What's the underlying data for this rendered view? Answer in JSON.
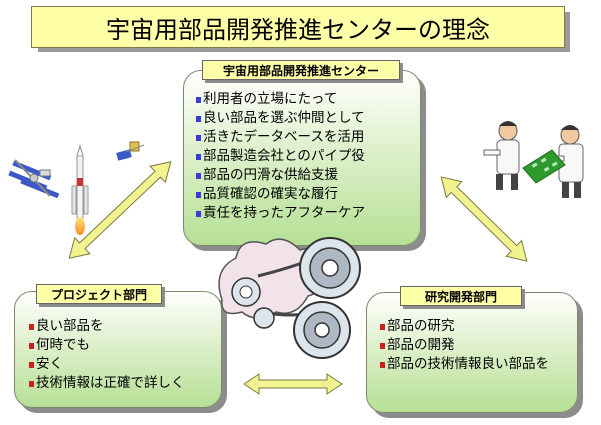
{
  "title": "宇宙用部品開発推進センターの理念",
  "center": {
    "label": "宇宙用部品開発推進センター",
    "items": [
      "利用者の立場にたって",
      "良い部品を選ぶ仲間として",
      "活きたデータベースを活用",
      "部品製造会社とのパイプ役",
      "部品の円滑な供給支援",
      "品質確認の確実な履行",
      "責任を持ったアフターケア"
    ]
  },
  "project": {
    "label": "プロジェクト部門",
    "items": [
      "良い部品を",
      "何時でも",
      "安く",
      "技術情報は正確で詳しく"
    ]
  },
  "research": {
    "label": "研究開発部門",
    "items": [
      "部品の研究",
      "部品の開発",
      "部品の技術情報良い部品を"
    ]
  },
  "colors": {
    "title_bg": "#ffffa8",
    "panel_green": "#b6e096",
    "arrow": "#f2f290",
    "center_bullet": "#3a3ad8",
    "side_bullet": "#cc2020"
  },
  "icons": [
    "satellite-icon",
    "rocket-icon",
    "space-station-icon",
    "scientists-icon",
    "gears-icon"
  ]
}
